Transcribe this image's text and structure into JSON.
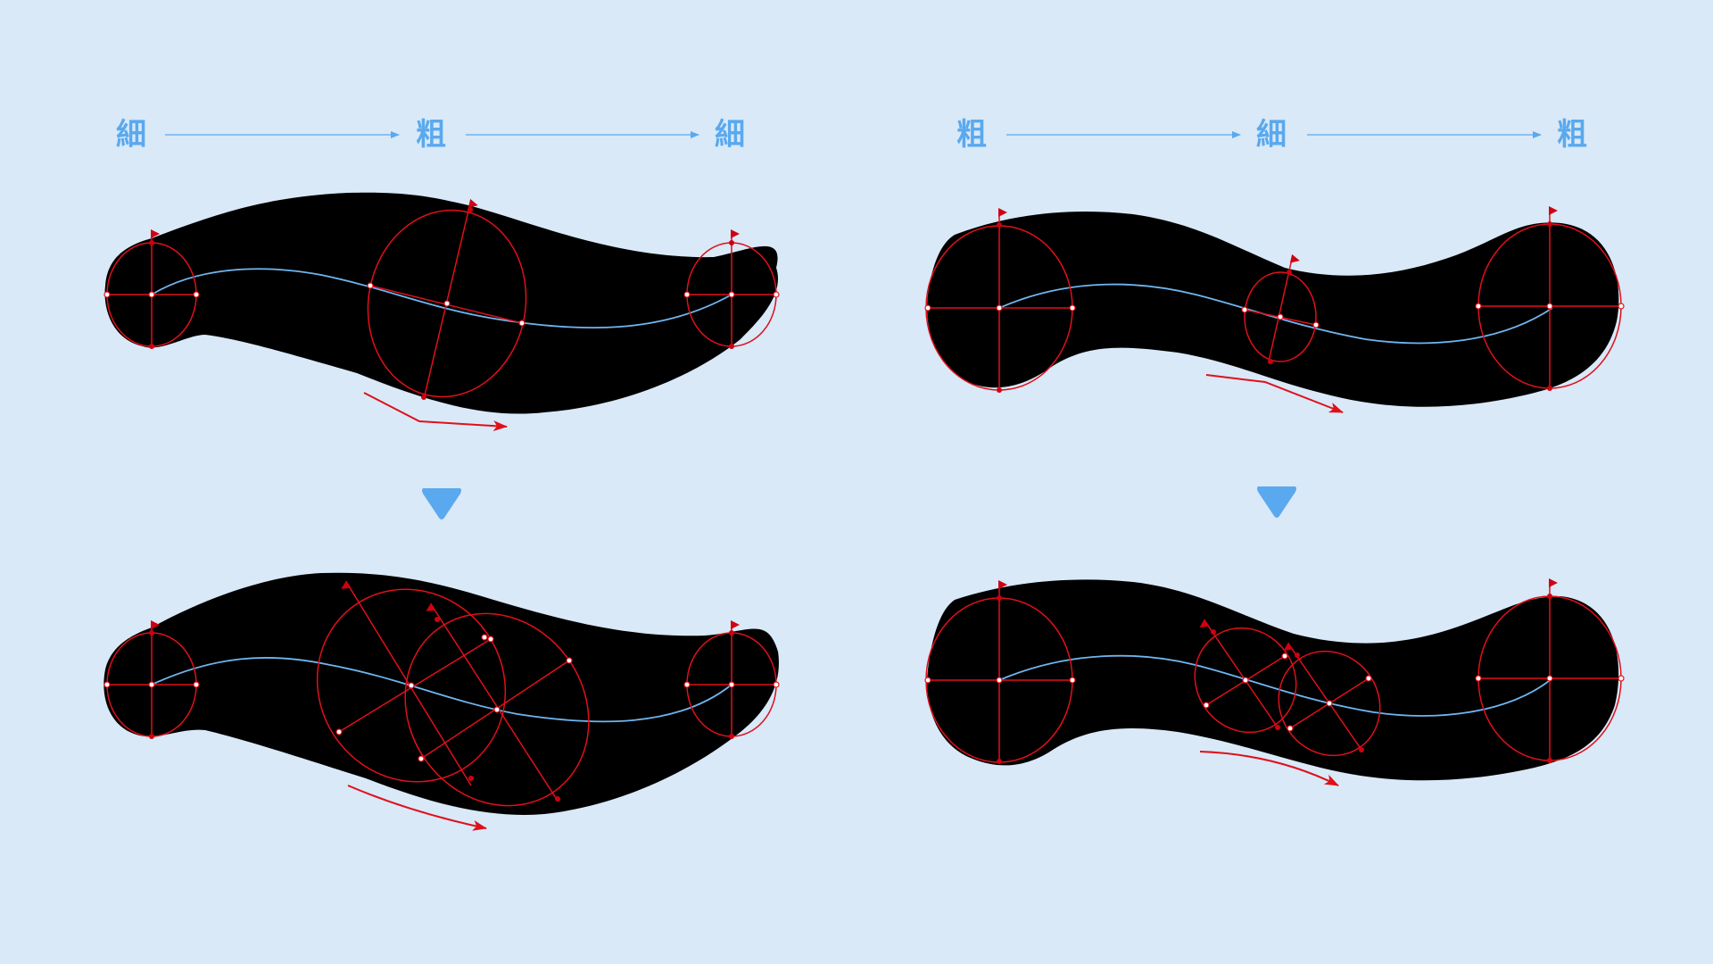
{
  "left_panel": {
    "labels": [
      "細",
      "粗",
      "細"
    ]
  },
  "right_panel": {
    "labels": [
      "粗",
      "細",
      "粗"
    ]
  },
  "colors": {
    "background": "#d9e9f8",
    "label_blue": "#5aa9ee",
    "stroke_black": "#000000",
    "guide_red": "#e0101a",
    "spine_blue": "#6fb6f0"
  }
}
